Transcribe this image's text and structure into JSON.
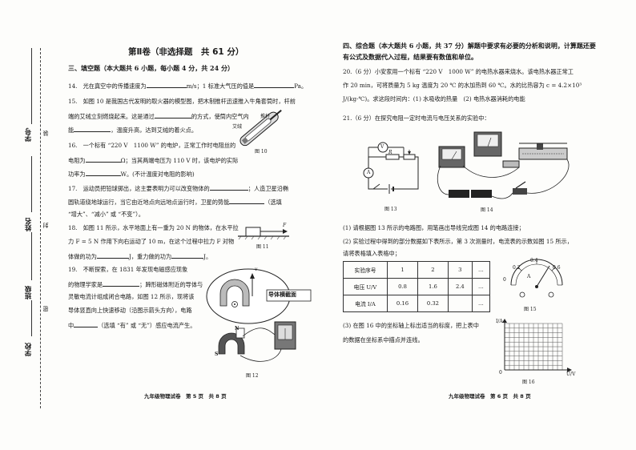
{
  "left_margin": {
    "student_id_label": "学号",
    "name_label": "姓名",
    "class_label": "班级",
    "school_label": "学校",
    "seal_chars": [
      "装",
      "封",
      "密"
    ]
  },
  "left_page": {
    "part_title": "第Ⅱ卷（非选择题　共 61 分）",
    "section3_header": "三、填空题（本大题共 6 小题，每小题 4 分，共 24 分）",
    "q14": {
      "p1": "14.　光在真空中的传播速度为",
      "p2": "m/s；1 标准大气压的值是",
      "p3": "Pa。"
    },
    "q15": {
      "l1": "15.　如图 10 是我国古代发明的取火器的模型图，把木制推杆迅速推入牛角套筒时，杆前",
      "l2": "端的艾绒立刻燃烧起来。这是通过",
      "l2b": "的方式，使筒内空气内",
      "l3": "能",
      "l3b": "，温度升高，达到艾绒的着火点。"
    },
    "fig10": {
      "label_a": "推杆",
      "label_b": "艾绒",
      "caption": "图 10"
    },
    "q16": {
      "l1": "16.　一个标有 “220 V　1100 W” 的电炉，正常工作时电阻丝的",
      "l2": "电阻为",
      "l2b": "Ω；当其两端电压为 110 V 时，该电炉的实际",
      "l3": "功率为",
      "l3b": "W。(不计温度对电阻的影响)"
    },
    "q17": {
      "l1": "17.　运动员把铅球掷出，这主要表明力可以改变物体的",
      "l1b": "；人造卫星沿椭",
      "l2": "圆轨道绕地球运行，当它由近地点向远地点运行时，卫星的势能",
      "l2b": "（选填",
      "l3": "“增大”、“减小” 或 “不变”）。"
    },
    "q18": {
      "l1": "18.　如图 11 所示，水平地面上有一重为 20 N 的物体，在水平拉",
      "l2": "力 F = 5 N 作用下向右运动了 10 m，在这个过程中拉力 F 对物",
      "l3": "体做的功为",
      "l3b": "J，重力做的功为",
      "l3c": "J。",
      "force_label": "F",
      "caption": "图 11"
    },
    "q19": {
      "l1": "19.　不断探索，在 1831 年发现电磁感应现象",
      "l2": "的物理学家是",
      "l2b": "；蹄形磁体附近的导体与",
      "l3": "灵敏电流计组成闭合电路，如图 12 所示，现将该",
      "l4": "导体竖直向上快速移动（沿图示箭头方向），电路",
      "l5": "中",
      "l5b": "（选填 “有” 或 “无”）感应电流产生。",
      "v_label": "v",
      "callout": "导体横截面",
      "n_label": "N",
      "s_label": "S",
      "caption": "图 12"
    },
    "footer": "九年级物理试卷　第 5 页　共 8 页"
  },
  "right_page": {
    "section4_l1": "四、综合题（本大题共 6 小题，共 37 分）解题中要求有必要的分析和说明，计算题还要",
    "section4_l2": "有公式及数据代入过程，结果要有数值和单位。",
    "q20": {
      "l1": "20.（6 分）小安家用一个标有 “220 V　1000 W” 的电热水器来烧水。该电热水器正常工",
      "l2": "作 20 min，可将质量为 5 kg 温度为 20 ℃ 的水加热到 60 ℃。水的比热容为 c = 4.2×10³",
      "l3": "J/(kg·℃)。求这段时间内：(1) 水吸收的热量　(2) 电热水器消耗的电能"
    },
    "q21": {
      "l1": "21.（6 分）在探究电阻一定时电流与电压关系的实验中："
    },
    "fig13": {
      "v_meter": "V",
      "a_meter": "A",
      "resistor": "R",
      "caption": "图 13"
    },
    "fig14": {
      "caption": "图 14"
    },
    "q21_1": "(1) 请根据图 13 所示的电路图，用笔画出导线完成图 14 的电路连接；",
    "q21_2": {
      "l1": "(2) 实验过程中得到的部分数据如下表所示，第 3 次测量时，电流表的示数如图 15 所示，",
      "l2": "请将表格填入表格中；"
    },
    "table": {
      "header": [
        "实验序号",
        "1",
        "2",
        "3",
        "…"
      ],
      "rows": [
        [
          "电压 U/V",
          "0.8",
          "1.6",
          "2.4",
          "…"
        ],
        [
          "电流 I/A",
          "0.16",
          "0.32",
          "",
          "…"
        ]
      ]
    },
    "fig15": {
      "ticks": [
        "0",
        "0.2",
        "0.4",
        "0.6"
      ],
      "labels": [
        "1",
        "2",
        "3"
      ],
      "unit": "A",
      "caption": "图 15"
    },
    "q21_3": {
      "l1": "(3) 在图 16 中的坐标轴上标出适当的标度，把上表中",
      "l2": "的数据在坐标系中描点并连线。"
    },
    "fig16": {
      "y_label": "I/A",
      "x_label": "U/V",
      "origin": "0",
      "caption": "图 16"
    },
    "footer": "九年级物理试卷　第 6 页　共 8 页"
  }
}
